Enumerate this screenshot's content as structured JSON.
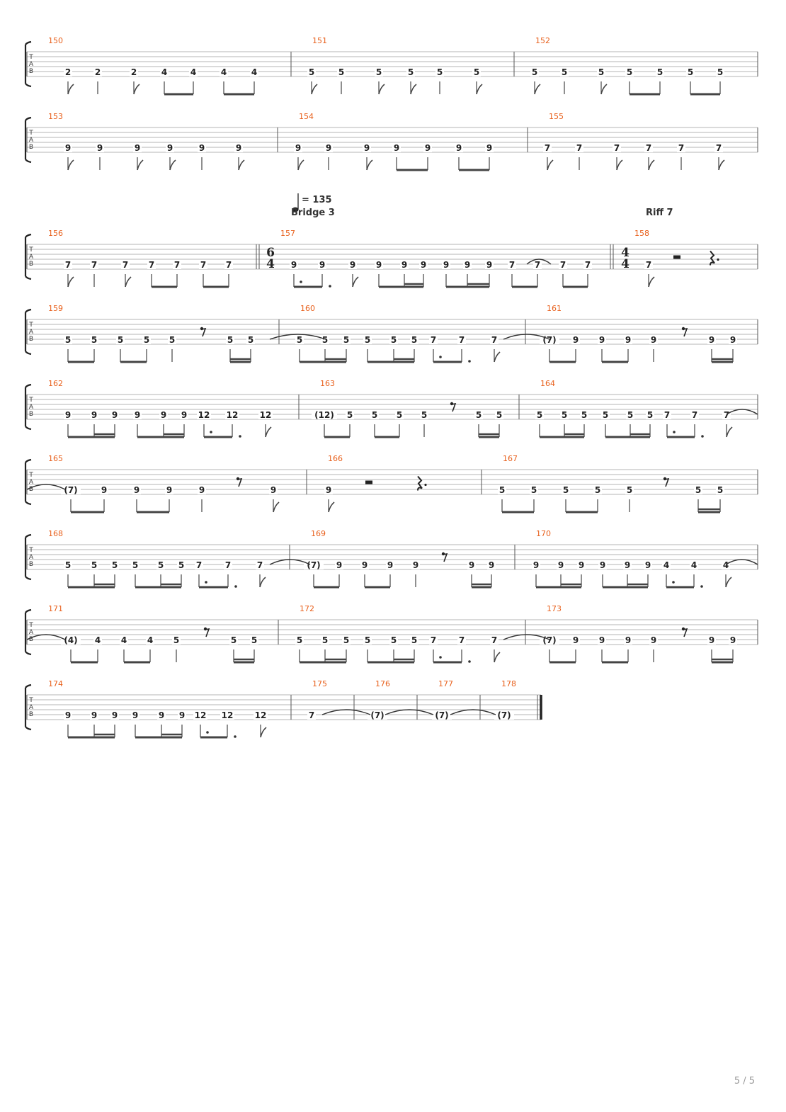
{
  "page": {
    "number_label": "5 / 5"
  },
  "annotations": {
    "tempo": "= 135",
    "bridge": "Bridge 3",
    "riff": "Riff 7"
  },
  "time_signatures": [
    {
      "measure": 157,
      "top": "6",
      "bottom": "4"
    },
    {
      "measure": 158,
      "top": "4",
      "bottom": "4"
    }
  ],
  "systems": [
    {
      "measures": [
        {
          "number": "150",
          "notes": [
            "2",
            "2",
            "2",
            "4",
            "4",
            "4",
            "4"
          ]
        },
        {
          "number": "151",
          "notes": [
            "5",
            "5",
            "5",
            "5",
            "5",
            "5"
          ]
        },
        {
          "number": "152",
          "notes": [
            "5",
            "5",
            "5",
            "5",
            "5",
            "5",
            "5"
          ]
        }
      ]
    },
    {
      "measures": [
        {
          "number": "153",
          "notes": [
            "9",
            "9",
            "9",
            "9",
            "9",
            "9"
          ]
        },
        {
          "number": "154",
          "notes": [
            "9",
            "9",
            "9",
            "9",
            "9",
            "9",
            "9"
          ]
        },
        {
          "number": "155",
          "notes": [
            "7",
            "7",
            "7",
            "7",
            "7",
            "7"
          ]
        }
      ]
    },
    {
      "measures": [
        {
          "number": "156",
          "notes": [
            "7",
            "7",
            "7",
            "7",
            "7",
            "7",
            "7"
          ]
        },
        {
          "number": "157",
          "notes": [
            "9",
            "9",
            "9",
            "9",
            "9",
            "9",
            "9",
            "9",
            "9",
            "7",
            "7",
            "7",
            "7"
          ]
        },
        {
          "number": "158",
          "notes": [
            "7"
          ]
        }
      ]
    },
    {
      "measures": [
        {
          "number": "159",
          "notes": [
            "5",
            "5",
            "5",
            "5",
            "5",
            "5",
            "5"
          ]
        },
        {
          "number": "160",
          "notes": [
            "5",
            "5",
            "5",
            "5",
            "5",
            "5",
            "7",
            "7",
            "7"
          ]
        },
        {
          "number": "161",
          "notes": [
            "(7)",
            "9",
            "9",
            "9",
            "9",
            "9",
            "9"
          ]
        }
      ]
    },
    {
      "measures": [
        {
          "number": "162",
          "notes": [
            "9",
            "9",
            "9",
            "9",
            "9",
            "9",
            "12",
            "12",
            "12"
          ]
        },
        {
          "number": "163",
          "notes": [
            "(12)",
            "5",
            "5",
            "5",
            "5",
            "5",
            "5"
          ]
        },
        {
          "number": "164",
          "notes": [
            "5",
            "5",
            "5",
            "5",
            "5",
            "5",
            "7",
            "7",
            "7"
          ]
        }
      ]
    },
    {
      "measures": [
        {
          "number": "165",
          "notes": [
            "(7)",
            "9",
            "9",
            "9",
            "9",
            "9"
          ]
        },
        {
          "number": "166",
          "notes": [
            "9"
          ]
        },
        {
          "number": "167",
          "notes": [
            "5",
            "5",
            "5",
            "5",
            "5",
            "5",
            "5"
          ]
        }
      ]
    },
    {
      "measures": [
        {
          "number": "168",
          "notes": [
            "5",
            "5",
            "5",
            "5",
            "5",
            "5",
            "7",
            "7",
            "7"
          ]
        },
        {
          "number": "169",
          "notes": [
            "(7)",
            "9",
            "9",
            "9",
            "9",
            "9",
            "9"
          ]
        },
        {
          "number": "170",
          "notes": [
            "9",
            "9",
            "9",
            "9",
            "9",
            "9",
            "4",
            "4",
            "4"
          ]
        }
      ]
    },
    {
      "measures": [
        {
          "number": "171",
          "notes": [
            "(4)",
            "4",
            "4",
            "4",
            "5",
            "5",
            "5"
          ]
        },
        {
          "number": "172",
          "notes": [
            "5",
            "5",
            "5",
            "5",
            "5",
            "5",
            "7",
            "7",
            "7"
          ]
        },
        {
          "number": "173",
          "notes": [
            "(7)",
            "9",
            "9",
            "9",
            "9",
            "9",
            "9"
          ]
        }
      ]
    },
    {
      "measures": [
        {
          "number": "174",
          "notes": [
            "9",
            "9",
            "9",
            "9",
            "9",
            "9",
            "12",
            "12",
            "12"
          ]
        },
        {
          "number": "175",
          "notes": [
            "7"
          ]
        },
        {
          "number": "176",
          "notes": [
            "(7)"
          ]
        },
        {
          "number": "177",
          "notes": [
            "(7)"
          ]
        },
        {
          "number": "178",
          "notes": [
            "(7)"
          ]
        }
      ]
    }
  ]
}
